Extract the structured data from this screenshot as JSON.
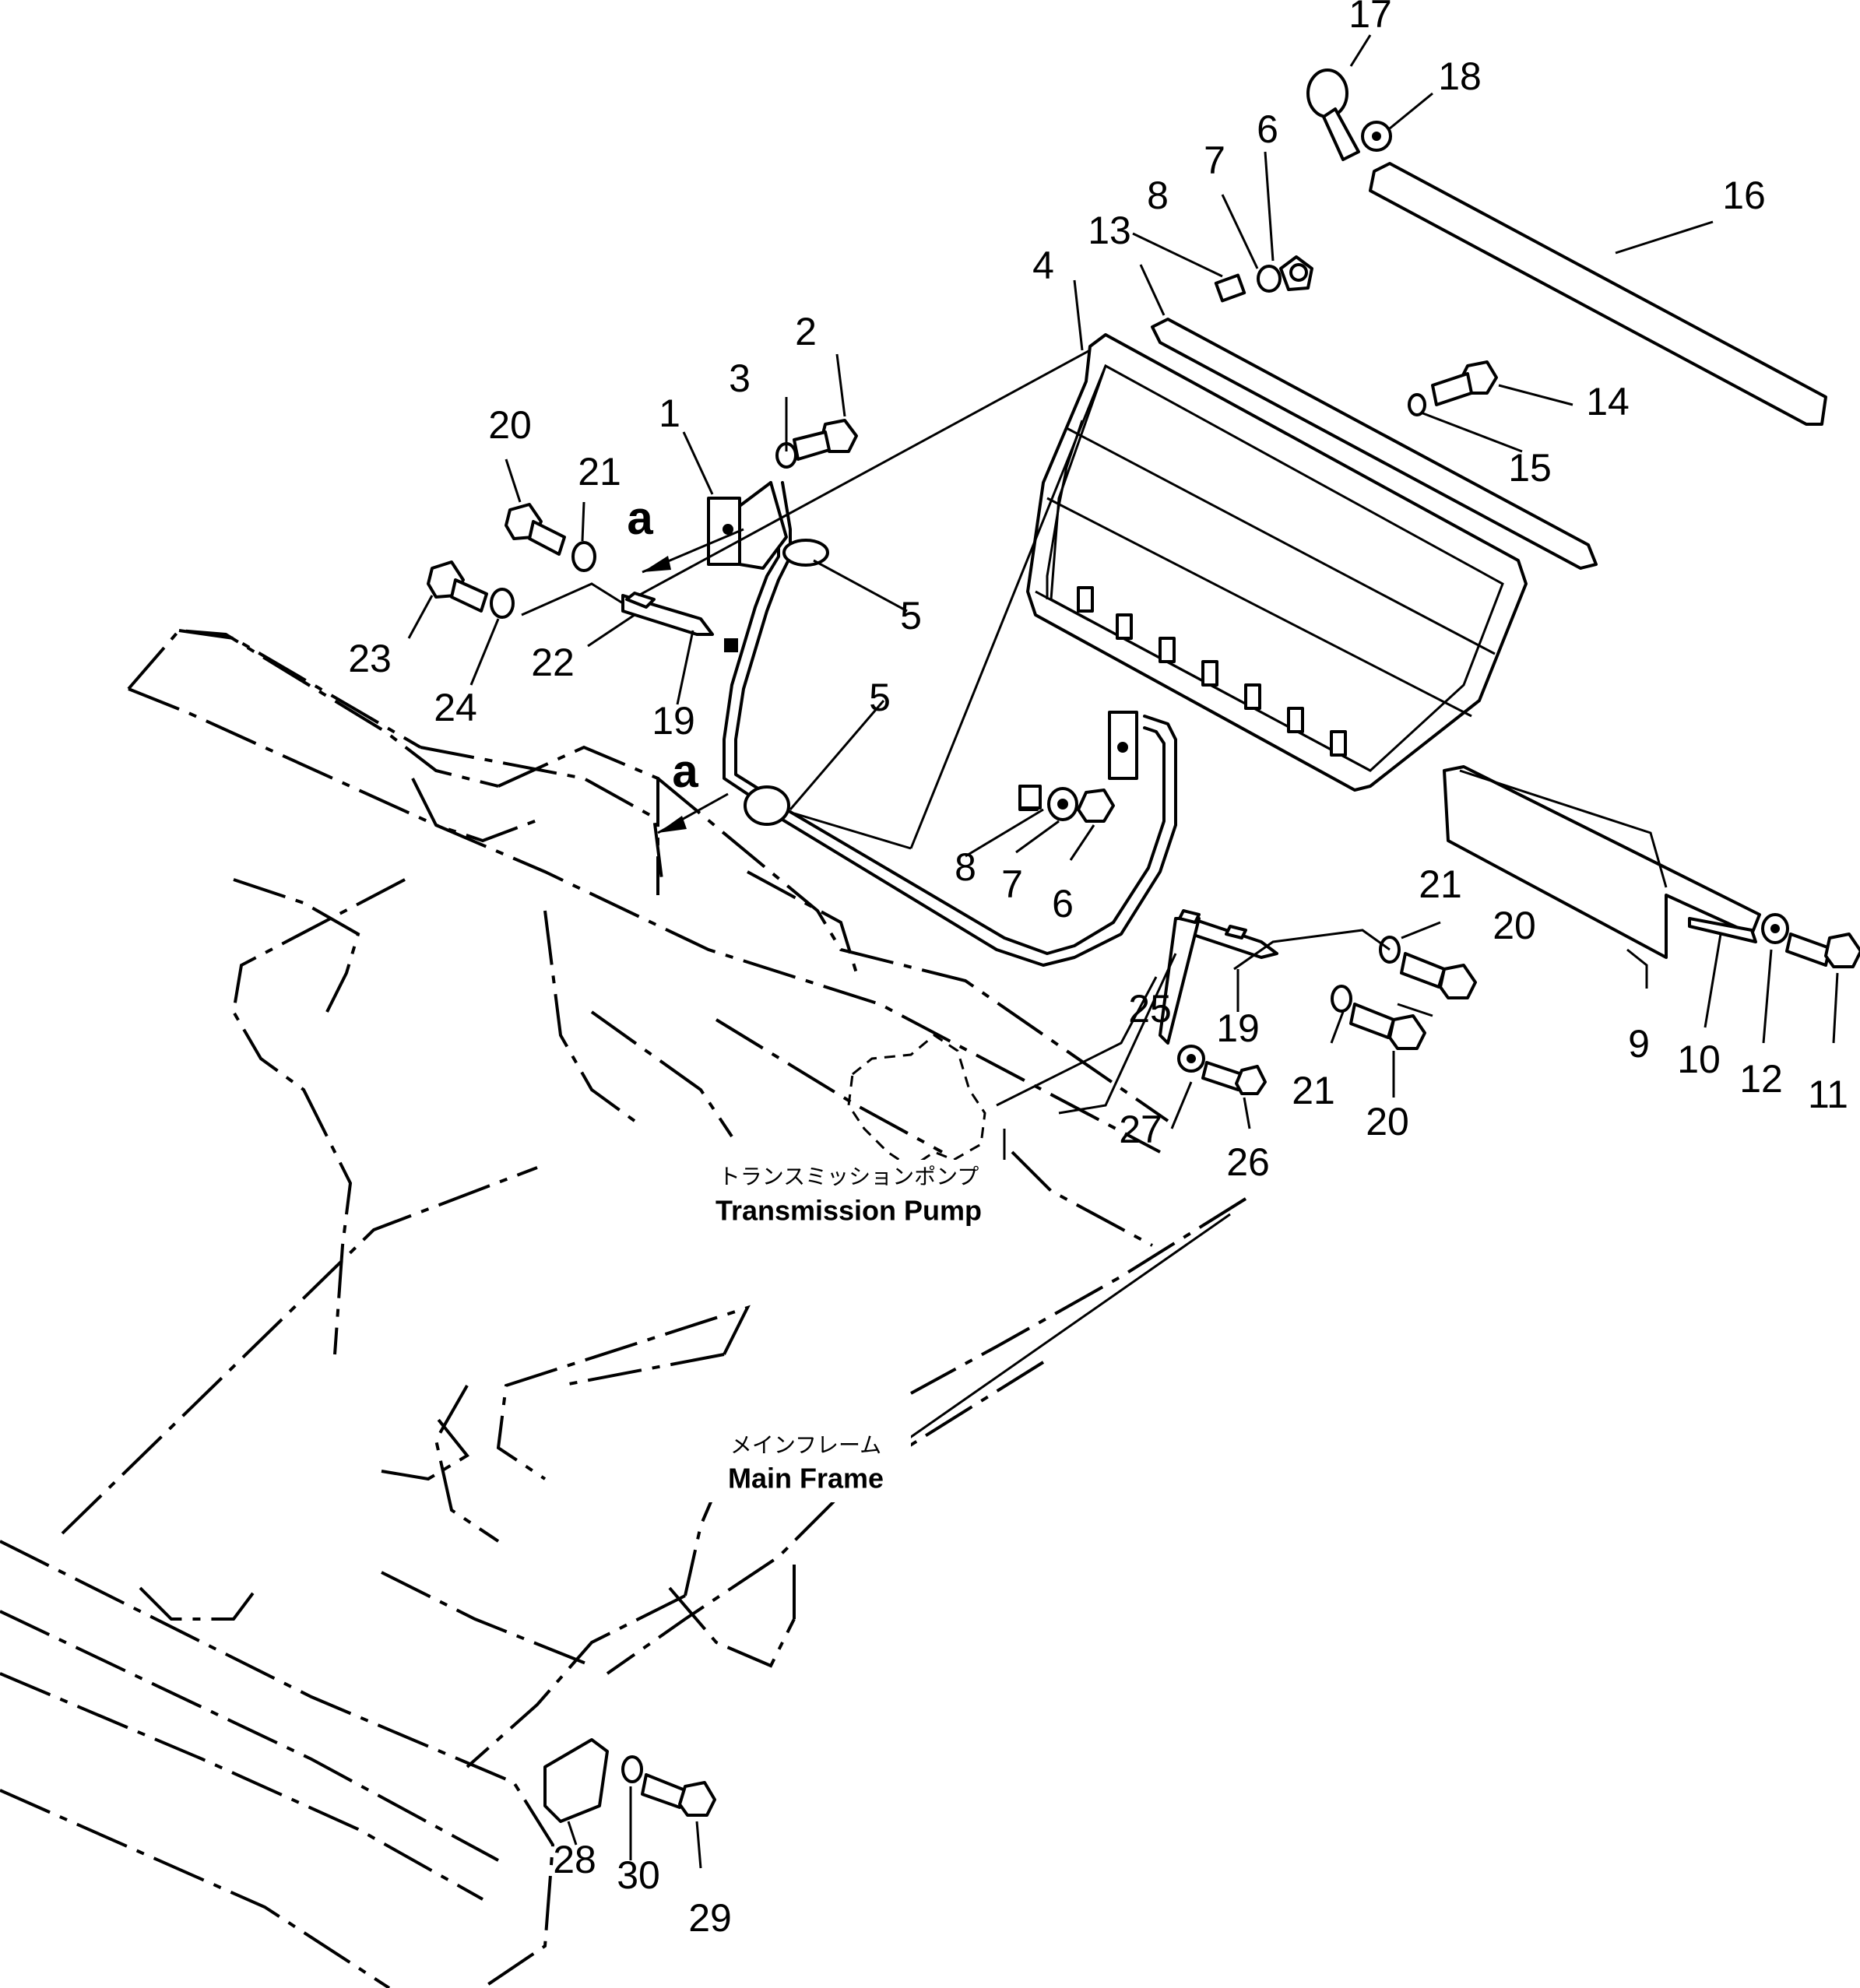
{
  "callouts": {
    "n1": "1",
    "n2": "2",
    "n3": "3",
    "n4": "4",
    "n5a": "5",
    "n5b": "5",
    "n6a": "6",
    "n6b": "6",
    "n7a": "7",
    "n7b": "7",
    "n8a": "8",
    "n8b": "8",
    "n9": "9",
    "n10": "10",
    "n11": "11",
    "n12": "12",
    "n13": "13",
    "n14": "14",
    "n15": "15",
    "n16": "16",
    "n17": "17",
    "n18": "18",
    "n19a": "19",
    "n19b": "19",
    "n20a": "20",
    "n20b": "20",
    "n20c": "20",
    "n21a": "21",
    "n21b": "21",
    "n21c": "21",
    "n22": "22",
    "n23": "23",
    "n24": "24",
    "n25": "25",
    "n26": "26",
    "n27": "27",
    "n28": "28",
    "n29": "29",
    "n30": "30"
  },
  "view_marks": {
    "a_upper": "a",
    "a_lower": "a"
  },
  "captions": {
    "transmission_pump_jp": "トランスミッションポンプ",
    "transmission_pump_en": "Transmission Pump",
    "main_frame_jp": "メインフレーム",
    "main_frame_en": "Main Frame"
  }
}
